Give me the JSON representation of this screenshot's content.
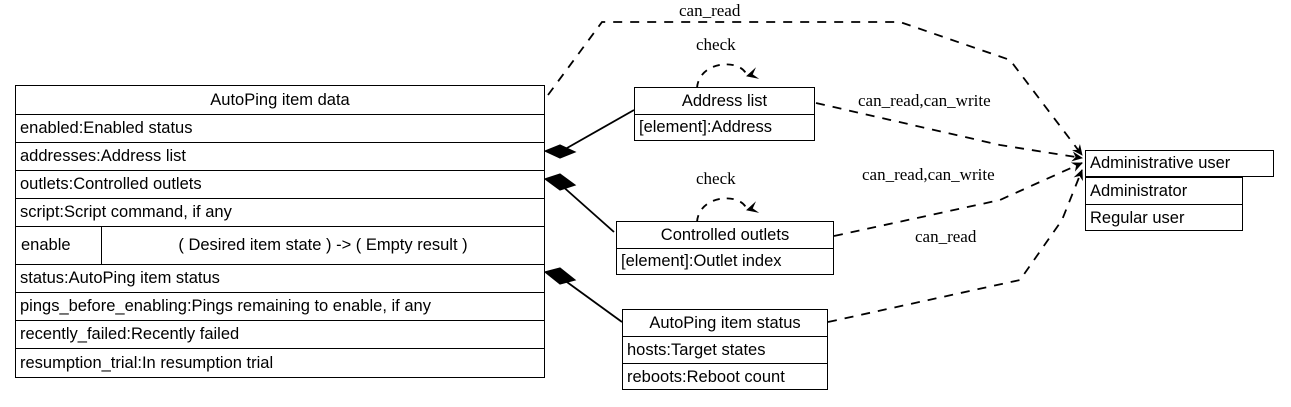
{
  "diagram": {
    "kind": "uml-class-diagram",
    "background": "#ffffff",
    "line_color": "#000000",
    "text_color": "#000000"
  },
  "main_class": {
    "title": "AutoPing item data",
    "attributes": [
      "enabled:Enabled status",
      "addresses:Address list",
      "outlets:Controlled outlets",
      "script:Script command, if any"
    ],
    "method": {
      "name": "enable",
      "signature": "(  Desired item state )   -> (  Empty result )"
    },
    "status_attributes": [
      "status:AutoPing item status",
      "pings_before_enabling:Pings remaining to enable, if any",
      "recently_failed:Recently failed",
      "resumption_trial:In resumption trial"
    ]
  },
  "address_list_class": {
    "title": "Address list",
    "rows": [
      "[element]:Address"
    ]
  },
  "controlled_outlets_class": {
    "title": "Controlled outlets",
    "rows": [
      "[element]:Outlet index"
    ]
  },
  "autoping_status_class": {
    "title": "AutoPing item status",
    "rows": [
      "hosts:Target states",
      "reboots:Reboot count"
    ]
  },
  "user_class": {
    "title": "Administrative user",
    "rows": [
      "Administrator",
      "Regular user"
    ]
  },
  "edge_labels": {
    "can_read_top": "can_read",
    "check_address": "check",
    "check_outlets": "check",
    "can_read_can_write_address": "can_read,can_write",
    "can_read_can_write_outlets": "can_read,can_write",
    "can_read_status": "can_read"
  }
}
